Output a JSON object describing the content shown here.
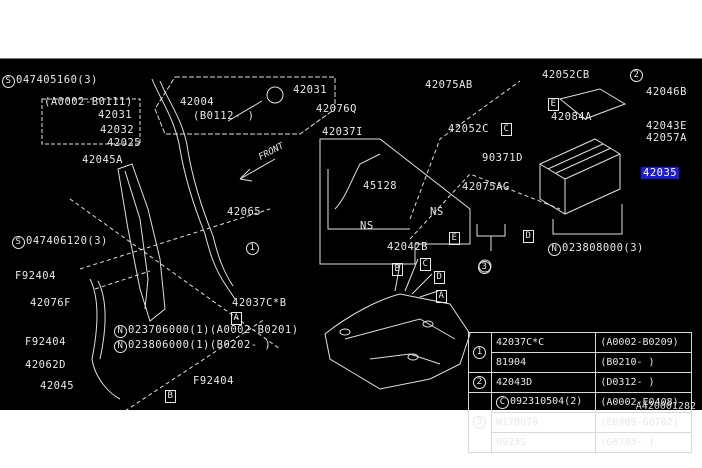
{
  "diagram": {
    "title_code": "A420001282",
    "orientation_label": "FRONT",
    "highlighted_part": "42035",
    "highlight_color": "#1c1cd8",
    "labels": {
      "s_047405160": "047405160(3)",
      "s_prefix": "S",
      "a0002_b0111": "(A0002-B0111)",
      "p42031_left": "42031",
      "p42032": "42032",
      "p42025": "42025",
      "p42045A": "42045A",
      "p42004": "42004",
      "b0112": "(B0112-      )",
      "p42031_right": "42031",
      "p42076Q": "42076Q",
      "p42037I": "42037I",
      "p45128": "45128",
      "ns1": "NS",
      "ns2": "NS",
      "p42042B": "42042B",
      "p42065": "42065",
      "s_047406120": "047406120(3)",
      "f92404_a": "F92404",
      "p42076F": "42076F",
      "f92404_b": "F92404",
      "p42062D": "42062D",
      "p42045": "42045",
      "n_023706000": "023706000(1)(A0002-B0201)",
      "n_023806000": "023806000(1)(B0202-      )",
      "n_prefix": "N",
      "f92404_c": "F92404",
      "p42037CB": "42037C*B",
      "p42075AB": "42075AB",
      "p42052C": "42052C",
      "p90371D": "90371D",
      "p42075AG": "42075AG",
      "p42052CB": "42052CB",
      "p42084A": "42084A",
      "p42046B": "42046B",
      "p42043E": "42043E",
      "p42057A": "42057A",
      "p42035": "42035",
      "n_023808000": "023808000(3)"
    },
    "callouts": {
      "one": "1",
      "two": "2",
      "three": "3",
      "A": "A",
      "B": "B",
      "C": "C",
      "D": "D",
      "E": "E"
    },
    "reference_table": [
      {
        "key": "1",
        "part": "42037C*C",
        "range": "(A0002-B0209)"
      },
      {
        "key": "",
        "part": "81904",
        "range": "(B0210-      )"
      },
      {
        "key": "2",
        "part": "42043D",
        "range": "(D0312-      )"
      },
      {
        "key": "3",
        "part": "092310504(2)",
        "part_prefix": "C",
        "range": "(A0002-E0408)"
      },
      {
        "key": "",
        "part": "W170070",
        "range": "(E0409-G0702)"
      },
      {
        "key": "",
        "part": "0923S",
        "range": "(G0703-      )"
      }
    ]
  }
}
